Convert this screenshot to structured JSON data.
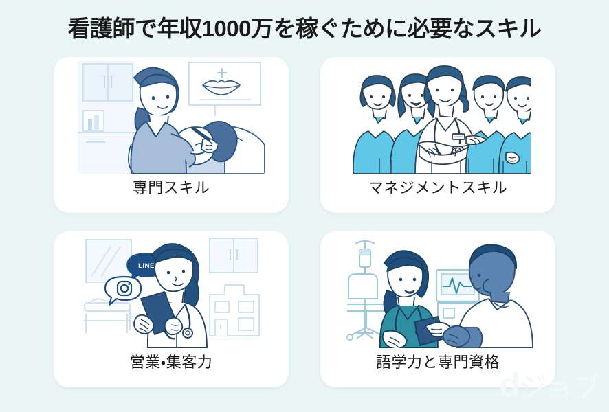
{
  "page": {
    "title": "看護師で年収1000万を稼ぐために必要なスキル",
    "background_color": "#eaf5f5",
    "card_background_color": "#ffffff",
    "title_color": "#1a1a1a",
    "label_color": "#1a1a1a"
  },
  "palette": {
    "navy_outline": "#1e5288",
    "deep_navy": "#1d4f86",
    "hair_navy": "#24527f",
    "cyan_scrub": "#5fc8e8",
    "cyan_scrub_dark": "#45b6dc",
    "muted_blue_scrub": "#a8bed8",
    "pale_blue_bg": "#dce9f6",
    "very_pale_blue": "#eef5fc",
    "teal_scrub": "#2e8fa3",
    "teal_scrub_dark": "#24788c",
    "steel_skin": "#5b84b0",
    "steel_skin_dark": "#4a6f98",
    "line_blue": "#c6dcf0",
    "white": "#ffffff",
    "logo_watermark": "#f4f8f8"
  },
  "cards": [
    {
      "id": "specialist-skill",
      "label": "専門スキル",
      "illustration": "nurse-performing-cosmetic-treatment-on-patient",
      "scene_elements": [
        "cabinet",
        "lips-diagram-poster",
        "plus-sign",
        "nurse",
        "reclining-patient",
        "treatment-pen"
      ]
    },
    {
      "id": "management-skill",
      "label": "マネジメントスキル",
      "illustration": "team-of-five-medical-staff-with-leader",
      "scene_elements": [
        "head-nurse-white-uniform",
        "stethoscope",
        "name-badge",
        "four-team-members-cyan-scrubs"
      ]
    },
    {
      "id": "sales-marketing-skill",
      "label": "営業・集客力",
      "illustration": "nurse-with-smartphone-and-social-media-bubbles",
      "scene_elements": [
        "hospital-room-window",
        "bed",
        "cabinet",
        "building",
        "nurse",
        "smartphone",
        "line-bubble",
        "instagram-bubble"
      ],
      "bubble_labels": [
        "LINE",
        "instagram-icon"
      ]
    },
    {
      "id": "language-certification",
      "label": "語学力と専門資格",
      "illustration": "nurse-conversing-with-foreign-colleague",
      "scene_elements": [
        "iv-drip-stand",
        "office-chair",
        "vital-signs-monitor",
        "ecg-waveform",
        "nurse-teal-scrubs",
        "clipboard",
        "male-colleague"
      ]
    }
  ],
  "logo": {
    "mark": "d",
    "kana": "ジョブ",
    "full": "dジョブ"
  }
}
